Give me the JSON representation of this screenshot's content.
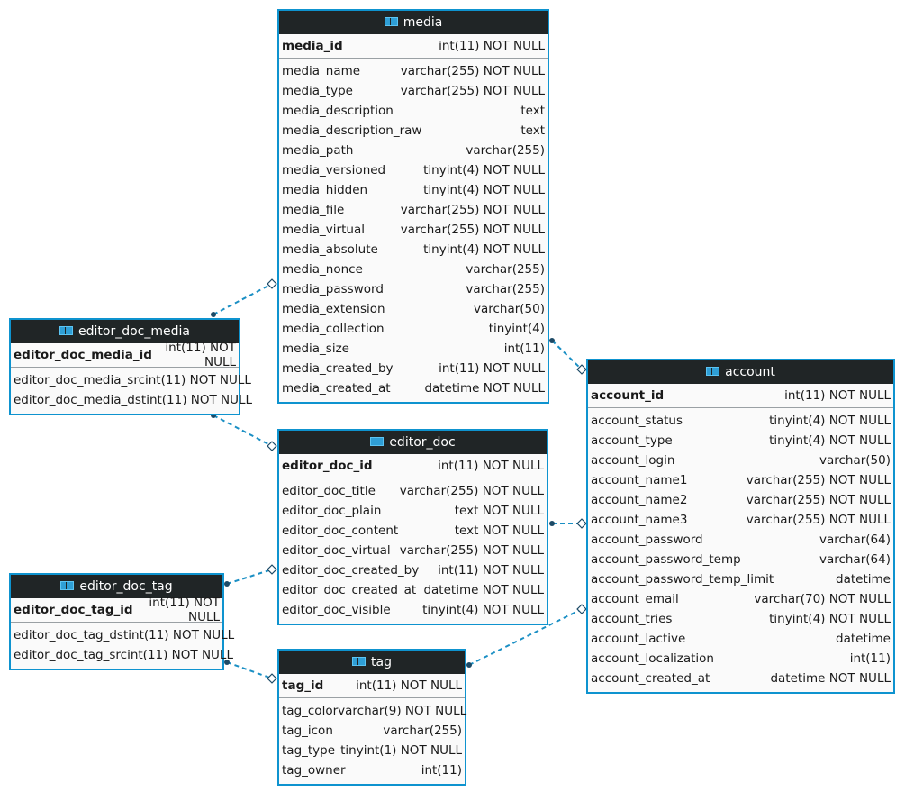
{
  "tables": {
    "media": {
      "name": "media",
      "pk": {
        "name": "media_id",
        "type": "int(11) NOT NULL"
      },
      "columns": [
        {
          "name": "media_name",
          "type": "varchar(255) NOT NULL"
        },
        {
          "name": "media_type",
          "type": "varchar(255) NOT NULL"
        },
        {
          "name": "media_description",
          "type": "text"
        },
        {
          "name": "media_description_raw",
          "type": "text"
        },
        {
          "name": "media_path",
          "type": "varchar(255)"
        },
        {
          "name": "media_versioned",
          "type": "tinyint(4) NOT NULL"
        },
        {
          "name": "media_hidden",
          "type": "tinyint(4) NOT NULL"
        },
        {
          "name": "media_file",
          "type": "varchar(255) NOT NULL"
        },
        {
          "name": "media_virtual",
          "type": "varchar(255) NOT NULL"
        },
        {
          "name": "media_absolute",
          "type": "tinyint(4) NOT NULL"
        },
        {
          "name": "media_nonce",
          "type": "varchar(255)"
        },
        {
          "name": "media_password",
          "type": "varchar(255)"
        },
        {
          "name": "media_extension",
          "type": "varchar(50)"
        },
        {
          "name": "media_collection",
          "type": "tinyint(4)"
        },
        {
          "name": "media_size",
          "type": "int(11)"
        },
        {
          "name": "media_created_by",
          "type": "int(11) NOT NULL"
        },
        {
          "name": "media_created_at",
          "type": "datetime NOT NULL"
        }
      ]
    },
    "editor_doc_media": {
      "name": "editor_doc_media",
      "pk": {
        "name": "editor_doc_media_id",
        "type": "int(11) NOT NULL"
      },
      "columns": [
        {
          "name": "editor_doc_media_src",
          "type": "int(11) NOT NULL"
        },
        {
          "name": "editor_doc_media_dst",
          "type": "int(11) NOT NULL"
        }
      ]
    },
    "editor_doc": {
      "name": "editor_doc",
      "pk": {
        "name": "editor_doc_id",
        "type": "int(11) NOT NULL"
      },
      "columns": [
        {
          "name": "editor_doc_title",
          "type": "varchar(255) NOT NULL"
        },
        {
          "name": "editor_doc_plain",
          "type": "text NOT NULL"
        },
        {
          "name": "editor_doc_content",
          "type": "text NOT NULL"
        },
        {
          "name": "editor_doc_virtual",
          "type": "varchar(255) NOT NULL"
        },
        {
          "name": "editor_doc_created_by",
          "type": "int(11) NOT NULL"
        },
        {
          "name": "editor_doc_created_at",
          "type": "datetime NOT NULL"
        },
        {
          "name": "editor_doc_visible",
          "type": "tinyint(4) NOT NULL"
        }
      ]
    },
    "editor_doc_tag": {
      "name": "editor_doc_tag",
      "pk": {
        "name": "editor_doc_tag_id",
        "type": "int(11) NOT NULL"
      },
      "columns": [
        {
          "name": "editor_doc_tag_dst",
          "type": "int(11) NOT NULL"
        },
        {
          "name": "editor_doc_tag_src",
          "type": "int(11) NOT NULL"
        }
      ]
    },
    "tag": {
      "name": "tag",
      "pk": {
        "name": "tag_id",
        "type": "int(11) NOT NULL"
      },
      "columns": [
        {
          "name": "tag_color",
          "type": "varchar(9) NOT NULL"
        },
        {
          "name": "tag_icon",
          "type": "varchar(255)"
        },
        {
          "name": "tag_type",
          "type": "tinyint(1) NOT NULL"
        },
        {
          "name": "tag_owner",
          "type": "int(11)"
        }
      ]
    },
    "account": {
      "name": "account",
      "pk": {
        "name": "account_id",
        "type": "int(11) NOT NULL"
      },
      "columns": [
        {
          "name": "account_status",
          "type": "tinyint(4) NOT NULL"
        },
        {
          "name": "account_type",
          "type": "tinyint(4) NOT NULL"
        },
        {
          "name": "account_login",
          "type": "varchar(50)"
        },
        {
          "name": "account_name1",
          "type": "varchar(255) NOT NULL"
        },
        {
          "name": "account_name2",
          "type": "varchar(255) NOT NULL"
        },
        {
          "name": "account_name3",
          "type": "varchar(255) NOT NULL"
        },
        {
          "name": "account_password",
          "type": "varchar(64)"
        },
        {
          "name": "account_password_temp",
          "type": "varchar(64)"
        },
        {
          "name": "account_password_temp_limit",
          "type": "datetime"
        },
        {
          "name": "account_email",
          "type": "varchar(70) NOT NULL"
        },
        {
          "name": "account_tries",
          "type": "tinyint(4) NOT NULL"
        },
        {
          "name": "account_lactive",
          "type": "datetime"
        },
        {
          "name": "account_localization",
          "type": "int(11)"
        },
        {
          "name": "account_created_at",
          "type": "datetime NOT NULL"
        }
      ]
    }
  },
  "colors": {
    "border": "#0e93cf",
    "header_bg": "#202526",
    "link": "#1a8fc4"
  }
}
